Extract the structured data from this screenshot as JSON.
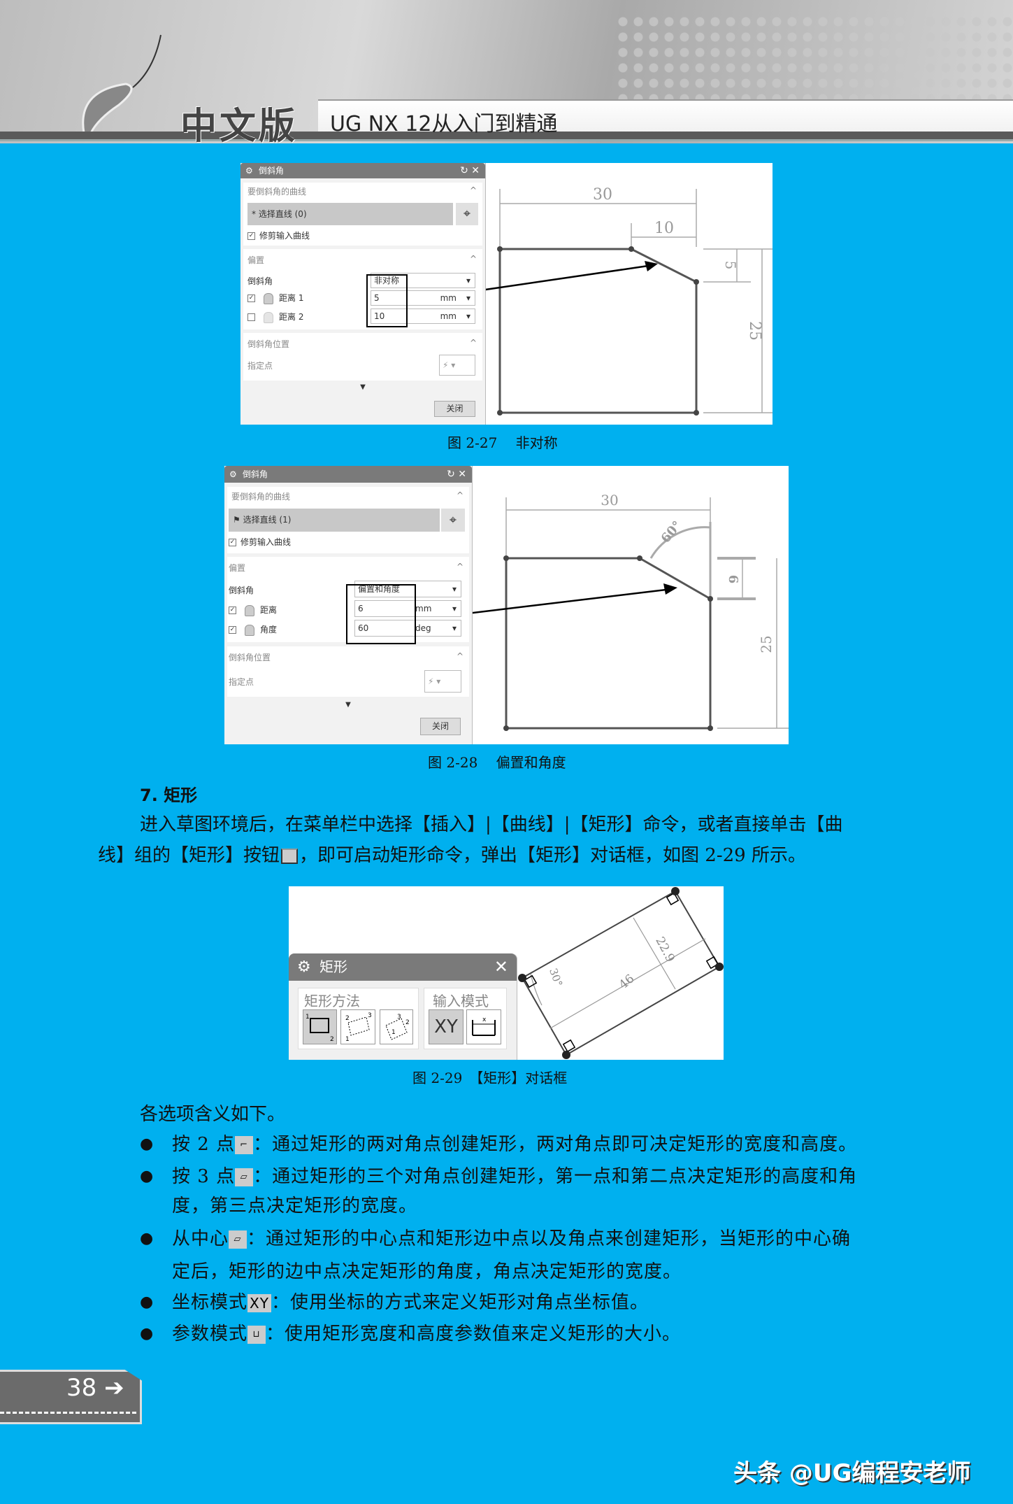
{
  "header": {
    "edition": "中文版",
    "book_title": "UG NX 12从入门到精通"
  },
  "fig27": {
    "dialog": {
      "title": "倒斜角",
      "reset_icon": "↻",
      "close_icon": "✕",
      "sec1": "要倒斜角的曲线",
      "select": "* 选择直线 (0)",
      "trim": "修剪输入曲线",
      "sec2": "偏置",
      "chamfer_label": "倒斜角",
      "chamfer_value": "非对称",
      "d1_label": "距离 1",
      "d1_value": "5",
      "d1_unit": "mm",
      "d2_label": "距离 2",
      "d2_value": "10",
      "d2_unit": "mm",
      "sec3": "倒斜角位置",
      "point": "指定点",
      "close": "关闭"
    },
    "dims": {
      "width": "30",
      "chamfer_x": "10",
      "chamfer_y": "5",
      "height": "25"
    },
    "caption": "图 2-27　 非对称"
  },
  "fig28": {
    "dialog": {
      "title": "倒斜角",
      "reset_icon": "↻",
      "close_icon": "✕",
      "sec1": "要倒斜角的曲线",
      "select": "选择直线 (1)",
      "trim": "修剪输入曲线",
      "sec2": "偏置",
      "chamfer_label": "倒斜角",
      "chamfer_value": "偏置和角度",
      "d_label": "距离",
      "d_value": "6",
      "d_unit": "mm",
      "a_label": "角度",
      "a_value": "60",
      "a_unit": "deg",
      "sec3": "倒斜角位置",
      "point": "指定点",
      "close": "关闭"
    },
    "dims": {
      "width": "30",
      "angle": "60°",
      "offset": "6",
      "height": "25"
    },
    "caption": "图 2-28　 偏置和角度"
  },
  "section": {
    "title": "7. 矩形",
    "para_line1": "进入草图环境后，在菜单栏中选择【插入】|【曲线】|【矩形】命令，或者直接单击【曲",
    "para_line2a": "线】组的【矩形】按钮",
    "para_line2b": "，即可启动矩形命令，弹出【矩形】对话框，如图 2-29 所示。"
  },
  "fig29": {
    "dialog": {
      "title": "矩形",
      "close_icon": "✕",
      "method_group": "矩形方法",
      "mode_group": "输入模式",
      "xy": "XY",
      "param_x": "x"
    },
    "dims": {
      "height": "22.9",
      "length": "46",
      "angle": "30°"
    },
    "caption": "图 2-29　【矩形】对话框"
  },
  "options": {
    "intro": "各选项含义如下。",
    "items": [
      {
        "pre": "按 2 点",
        "icon": "two-point-rect-icon",
        "text": "：通过矩形的两对角点创建矩形，两对角点即可决定矩形的宽度和高度。"
      },
      {
        "pre": "按 3 点",
        "icon": "three-point-rect-icon",
        "text": "：通过矩形的三个对角点创建矩形，第一点和第二点决定矩形的高度和角",
        "cont": "度，第三点决定矩形的宽度。"
      },
      {
        "pre": "从中心",
        "icon": "center-rect-icon",
        "text": "：通过矩形的中心点和矩形边中点以及角点来创建矩形，当矩形的中心确",
        "cont": "定后，矩形的边中点决定矩形的角度，角点决定矩形的宽度。"
      },
      {
        "pre": "坐标模式",
        "icon": "xy-mode-icon",
        "icon_text": "XY",
        "text": "：使用坐标的方式来定义矩形对角点坐标值。"
      },
      {
        "pre": "参数模式",
        "icon": "param-mode-icon",
        "text": "：使用矩形宽度和高度参数值来定义矩形的大小。"
      }
    ]
  },
  "footer": {
    "page": "38",
    "watermark": "头条 @UG编程安老师"
  },
  "colors": {
    "page_bg": "#00b0ef",
    "dialog_title": "#7a7a7a"
  }
}
